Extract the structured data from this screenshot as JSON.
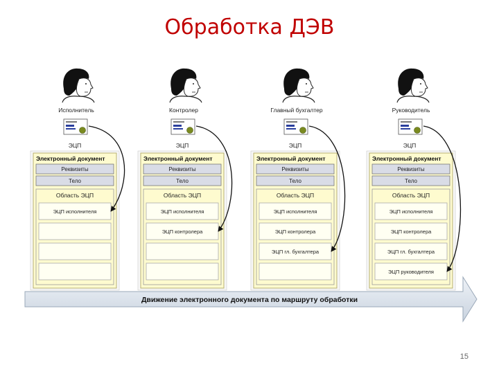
{
  "slide": {
    "title": "Обработка ДЭВ",
    "page_number": "15"
  },
  "roles": [
    {
      "name": "Исполнитель",
      "signature_label": "ЭЦП",
      "signed_slots": [
        "ЭЦП исполнителя"
      ]
    },
    {
      "name": "Контролер",
      "signature_label": "ЭЦП",
      "signed_slots": [
        "ЭЦП исполнителя",
        "ЭЦП контролера"
      ]
    },
    {
      "name": "Главный бухгалтер",
      "signature_label": "ЭЦП",
      "signed_slots": [
        "ЭЦП исполнителя",
        "ЭЦП контролера",
        "ЭЦП гл. бухгалтера"
      ]
    },
    {
      "name": "Руководитель",
      "signature_label": "ЭЦП",
      "signed_slots": [
        "ЭЦП исполнителя",
        "ЭЦП контролера",
        "ЭЦП гл. бухгалтера",
        "ЭЦП руководителя"
      ]
    }
  ],
  "document": {
    "header": "Электронный документ",
    "requisites": "Реквизиты",
    "body": "Тело",
    "signature_area": "Область ЭЦП"
  },
  "flow": {
    "label": "Движение электронного документа по маршруту обработки"
  },
  "colors": {
    "title": "#c00000",
    "doc_fill": "#fefbcf",
    "doc_border": "#b8b070",
    "header_fill": "#d9dce6",
    "arrow_fill": "#dfe6ef"
  }
}
